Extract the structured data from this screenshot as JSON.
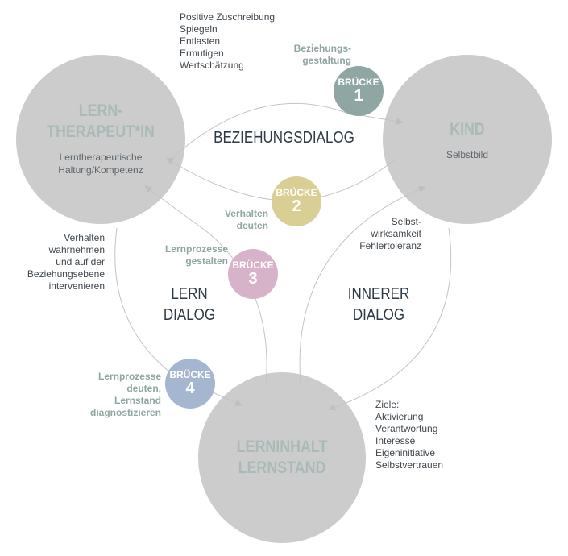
{
  "nodes": {
    "therapist": {
      "title": "LERN-\nTHERAPEUT*IN",
      "sub": "Lerntherapeutische\nHaltung/Kompetenz"
    },
    "child": {
      "title": "KIND",
      "sub": "Selbstbild"
    },
    "content": {
      "title": "LERNINHALT\nLERNSTAND"
    }
  },
  "dialogs": {
    "relationship": "BEZIEHUNGSDIALOG",
    "learning": "LERN\nDIALOG",
    "inner": "INNERER\nDIALOG"
  },
  "bridges": [
    {
      "word": "BRÜCKE",
      "number": "1",
      "label": "Beziehungs-\ngestaltung",
      "color": "#8fa6a2"
    },
    {
      "word": "BRÜCKE",
      "number": "2",
      "label": "Verhalten\ndeuten",
      "color": "#d9cf95"
    },
    {
      "word": "BRÜCKE",
      "number": "3",
      "label": "Lernprozesse\ngestalten",
      "color": "#d6b3c9"
    },
    {
      "word": "BRÜCKE",
      "number": "4",
      "label": "Lernprozesse\ndeuten,\nLernstand\ndiagnostizieren",
      "color": "#a5b6d0"
    }
  ],
  "notes": {
    "top": "Positive Zuschreibung\nSpiegeln\nEntlasten\nErmutigen\nWertschätzung",
    "left": "Verhalten\nwahrnehmen\nund auf der\nBeziehungsebene\nintervenieren",
    "right": "Selbst-\nwirksamkeit\nFehlertoleranz",
    "goals": "Ziele:\nAktivierung\nVerantwortung\nInteresse\nEigeninitiative\nSelbstvertrauen"
  }
}
